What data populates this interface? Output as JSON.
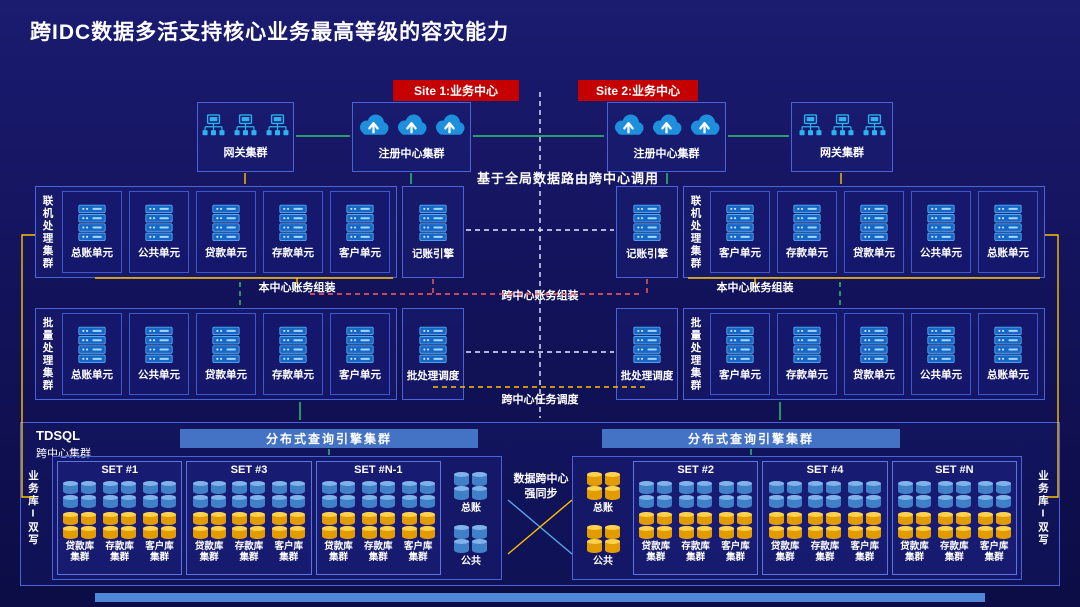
{
  "title": "跨IDC数据多活支持核心业务最高等级的容灾能力",
  "sites": {
    "site1": "Site 1:业务中心",
    "site2": "Site 2:业务中心"
  },
  "top": {
    "gateway_left": "网关集群",
    "registry_left": "注册中心集群",
    "registry_right": "注册中心集群",
    "gateway_right": "网关集群",
    "routing_banner": "基于全局数据路由跨中心调用"
  },
  "online": {
    "left_label": "联机处理集群",
    "right_label": "联机处理集群",
    "left_units": [
      "总账单元",
      "公共单元",
      "贷款单元",
      "存款单元",
      "客户单元"
    ],
    "left_engine": "记账引擎",
    "right_engine": "记账引擎",
    "right_units": [
      "客户单元",
      "存款单元",
      "贷款单元",
      "公共单元",
      "总账单元"
    ],
    "assemble_left": "本中心账务组装",
    "assemble_cross": "跨中心账务组装",
    "assemble_right": "本中心账务组装"
  },
  "batch": {
    "left_label": "批量处理集群",
    "right_label": "批量处理集群",
    "left_units": [
      "总账单元",
      "公共单元",
      "贷款单元",
      "存款单元",
      "客户单元"
    ],
    "left_scheduler": "批处理调度",
    "right_scheduler": "批处理调度",
    "right_units": [
      "客户单元",
      "存款单元",
      "贷款单元",
      "公共单元",
      "总账单元"
    ],
    "cross_task": "跨中心任务调度"
  },
  "tdsql": {
    "name": "TDSQL",
    "subname": "跨中心集群",
    "query_left": "分布式查询引擎集群",
    "query_right": "分布式查询引擎集群",
    "dual_left": "业务库I双写",
    "dual_right": "业务库I双写",
    "sync": "数据跨中心强同步",
    "left_sets": [
      {
        "name": "SET #1",
        "columns": [
          "贷款库集群",
          "存款库集群",
          "客户库集群"
        ]
      },
      {
        "name": "SET #3",
        "columns": [
          "贷款库集群",
          "存款库集群",
          "客户库集群"
        ]
      },
      {
        "name": "SET #N-1",
        "columns": [
          "贷款库集群",
          "存款库集群",
          "客户库集群"
        ]
      }
    ],
    "left_singles": [
      {
        "label": "总账",
        "color": "blue"
      },
      {
        "label": "公共",
        "color": "blue"
      }
    ],
    "right_singles": [
      {
        "label": "总账",
        "color": "yellow"
      },
      {
        "label": "公共",
        "color": "yellow"
      }
    ],
    "right_sets": [
      {
        "name": "SET #2",
        "columns": [
          "贷款库集群",
          "存款库集群",
          "客户库集群"
        ]
      },
      {
        "name": "SET #4",
        "columns": [
          "贷款库集群",
          "存款库集群",
          "客户库集群"
        ]
      },
      {
        "name": "SET #N",
        "columns": [
          "贷款库集群",
          "存款库集群",
          "客户库集群"
        ]
      }
    ]
  },
  "colors": {
    "badge_red": "#c40000",
    "query_bar_blue": "#4472c4",
    "db_blue": "#3f80c8",
    "db_yellow": "#e39c00",
    "arrow_green": "#2ecc71",
    "arrow_yellow": "#ffc000",
    "arrow_red": "#ff5c5c"
  }
}
